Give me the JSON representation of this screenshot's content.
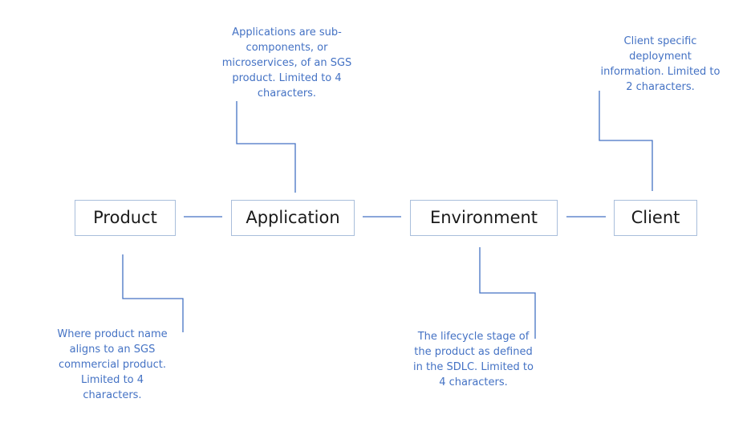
{
  "colors": {
    "connector": "#4472c4",
    "box_border": "#a9bedb",
    "note_text": "#4472c4",
    "box_text": "#1a1a1a"
  },
  "components": [
    {
      "id": "product",
      "label": "Product"
    },
    {
      "id": "application",
      "label": "Application"
    },
    {
      "id": "environment",
      "label": "Environment"
    },
    {
      "id": "client",
      "label": "Client"
    }
  ],
  "annotations": {
    "application": "Applications are sub-\ncomponents, or\nmicroservices, of an SGS\nproduct. Limited to 4\ncharacters.",
    "client": "Client specific\ndeployment\ninformation. Limited to\n2 characters.",
    "product": "Where product name\naligns to an SGS\ncommercial product.\nLimited to 4\ncharacters.",
    "environment": "The lifecycle stage of\nthe product as defined\nin the SDLC. Limited to\n4 characters."
  }
}
